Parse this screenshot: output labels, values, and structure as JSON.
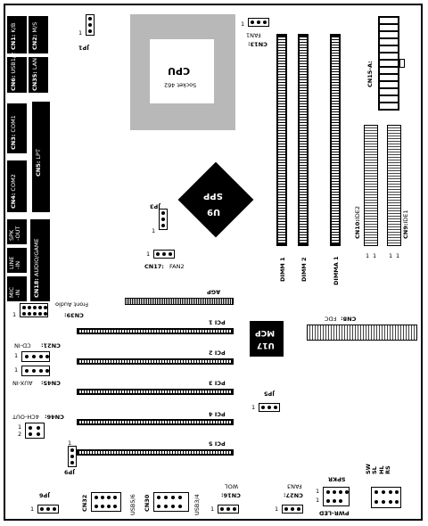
{
  "labels": {
    "cn1": "CN1:",
    "kb": "K/B",
    "cn2": "CN2:",
    "ms": "M/S",
    "cn6": "CN6:",
    "usb12": "USB1/2",
    "cn35": "CN35:",
    "lan": "LAN",
    "cn3": "CN3:",
    "com1": "COM1",
    "cn5": "CN5:",
    "lpt": "LPT",
    "cn4": "CN4:",
    "com2": "COM2",
    "spk": "SPK",
    "out": "-OUT",
    "line": "LINE",
    "in1": "-IN",
    "mic": "MIC",
    "in2": "-IN",
    "cn18": "CN18:",
    "audiogame": "AUDIO/GAME",
    "jp1": "JP1",
    "cpu": "CPU",
    "socket": "Socket 462",
    "cn13": "CN13:",
    "fan1": "FAN1",
    "cn15a": "CN15-A:",
    "spp": "SPP",
    "u9": "U9",
    "jp3": "JP3",
    "cn17": "CN17:",
    "fan2": "FAN2",
    "dimm1": "DIMM 1",
    "dimm2": "DIMM 2",
    "dimma1": "DIMMA 1",
    "cn10": "CN10:",
    "ide2": "IDE2",
    "cn9": "CN9:",
    "ide1": "IDE1",
    "agp": "AGP",
    "front_audio": "Front Audio",
    "cn39": "CN39:",
    "mcp": "MCP",
    "u17": "U17",
    "cn8": "CN8:",
    "fdc": "FDC",
    "cn21": "CN21:",
    "cdin": "CD-IN",
    "cn45": "CN45:",
    "auxin": "AUX-IN",
    "cn46": "CN46:",
    "fourch": "4CH-OUT",
    "jp5": "JP5",
    "jp9": "JP9",
    "pci1": "PCI 1",
    "pci2": "PCI 2",
    "pci3": "PCI 3",
    "pci4": "PCI 4",
    "pci5": "PCI 5",
    "jp6": "JP6",
    "cn32": "CN32",
    "usb56": "USB5/6",
    "cn30": "CN30",
    "usb34": "USB3/4",
    "cn16": "CN16:",
    "wol": "WOL",
    "cn27": "CN27:",
    "fan3": "FAN3",
    "spkr": "SPKR",
    "pwrled": "PWR-LED",
    "sw": "SW",
    "sl": "SL",
    "hl": "HL",
    "rs": "RS",
    "one": "1",
    "two": "2"
  }
}
